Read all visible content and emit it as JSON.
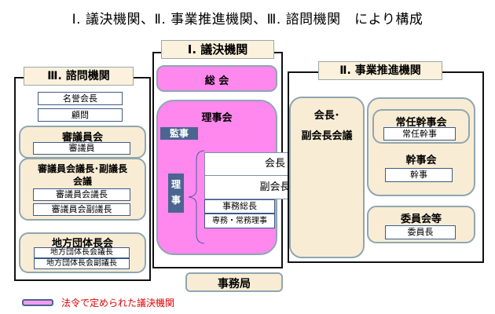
{
  "title": "Ⅰ. 議決機関、Ⅱ. 事業推進機関、Ⅲ. 諮問機関　により構成",
  "advisory": {
    "tag": "Ⅲ. 諮問機関",
    "honorary_chair": "名誉会長",
    "advisor": "顧問",
    "council": {
      "title": "審議員会",
      "member": "審議員"
    },
    "chairs_meeting": {
      "title_line1": "審議員会議長･副議長",
      "title_line2": "会議",
      "chair": "審議員会議長",
      "vice_chair": "審議員会副議長"
    },
    "local_heads": {
      "title": "地方団体長会",
      "chair": "地方団体長会議長",
      "vice_chair": "地方団体長会副議長"
    }
  },
  "decision": {
    "tag": "Ⅰ. 議決機関",
    "general_assembly": "総 会",
    "board": {
      "title": "理事会",
      "auditor": "監事",
      "directors_line1": "理",
      "directors_line2": "事",
      "president": "会長",
      "vice_president": "副会長",
      "secretary_general": "事務総長",
      "executive_directors": "専務・常務理事"
    }
  },
  "business": {
    "tag": "Ⅱ. 事業推進機関",
    "pres_meeting_line1": "会長･",
    "pres_meeting_line2": "副会長会議",
    "standing_exec": {
      "title": "常任幹事会",
      "member": "常任幹事"
    },
    "exec": {
      "title": "幹事会",
      "member": "幹事"
    },
    "committees": {
      "title": "委員会等",
      "member": "委員長"
    }
  },
  "secretariat": "事務局",
  "legend": {
    "label": "法令で定められた議決機関",
    "swatch_color": "#f39cf0"
  }
}
